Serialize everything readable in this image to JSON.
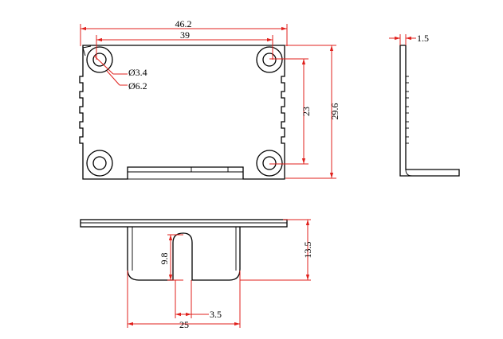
{
  "colors": {
    "outline": "#000000",
    "dimension": "#e0201c",
    "background": "#ffffff"
  },
  "dimensions": {
    "overall_width": "46.2",
    "hole_pitch_x": "39",
    "hole_diameter": "Ø3.4",
    "boss_diameter": "Ø6.2",
    "hole_pitch_y": "23",
    "overall_height": "29.6",
    "thickness": "1.5",
    "slot_length": "9.8",
    "tab_height": "13.5",
    "slot_width": "3.5",
    "tab_width": "25"
  }
}
